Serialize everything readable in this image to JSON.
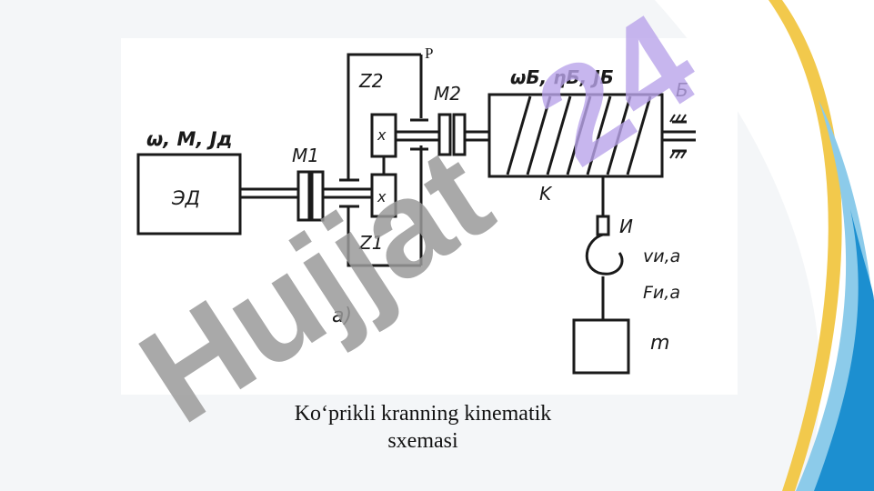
{
  "slide": {
    "caption_line1": "Ko‘prikli kranning kinematik",
    "caption_line2": "sxemasi",
    "colors": {
      "accent_blue": "#1c8fd0",
      "accent_gold": "#f2c94c",
      "watermark": "#9a9a9a",
      "watermark_purple": "#b9a4ea"
    }
  },
  "diagram": {
    "motor_params": "ω, M, Jд",
    "motor_label": "ЭД",
    "coupling1_label": "M1",
    "coupling2_label": "M2",
    "gear_top_label": "Z2",
    "gear_bottom_label": "Z1",
    "gear_mark_top": "x",
    "gear_mark_bottom": "x",
    "reducer_label": "P",
    "drum_params": "ωБ, ηБ, JБ",
    "drum_support_label": "Б",
    "drum_label": "K",
    "hook_label": "И",
    "hook_velocity": "vи,a",
    "hook_force": "Fи,a",
    "load_label": "m",
    "subfigure_label": "a)"
  },
  "watermark": {
    "text_gray": "Hujjat",
    "text_purple": "24"
  }
}
